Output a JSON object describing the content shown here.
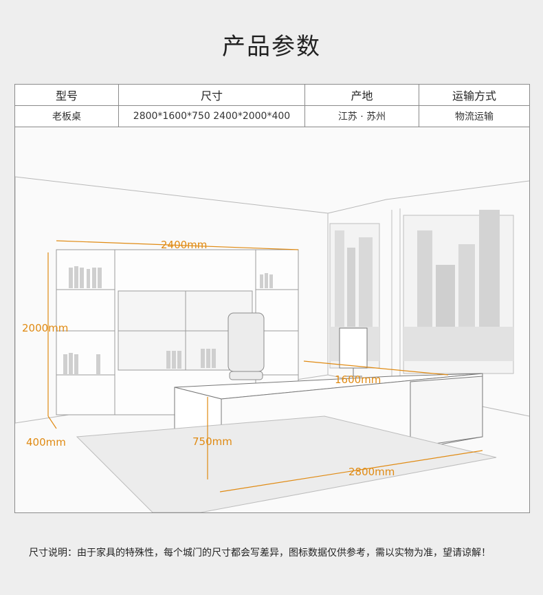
{
  "page": {
    "title": "产品参数"
  },
  "specs": {
    "headers": [
      "型号",
      "尺寸",
      "产地",
      "运输方式"
    ],
    "row": [
      "老板桌",
      "2800*1600*750  2400*2000*400",
      "江苏 · 苏州",
      "物流运输"
    ]
  },
  "dimensions": {
    "width_top": "2400mm",
    "height_left": "2000mm",
    "depth_bottom": "400mm",
    "desk_depth": "1600mm",
    "desk_height": "750mm",
    "desk_width": "2800mm"
  },
  "colors": {
    "accent": "#e08a12",
    "border": "#8a8a8a"
  },
  "note": "尺寸说明：由于家具的特殊性，每个城门的尺寸都会写差异，图标数据仅供参考，需以实物为准，望请谅解！"
}
